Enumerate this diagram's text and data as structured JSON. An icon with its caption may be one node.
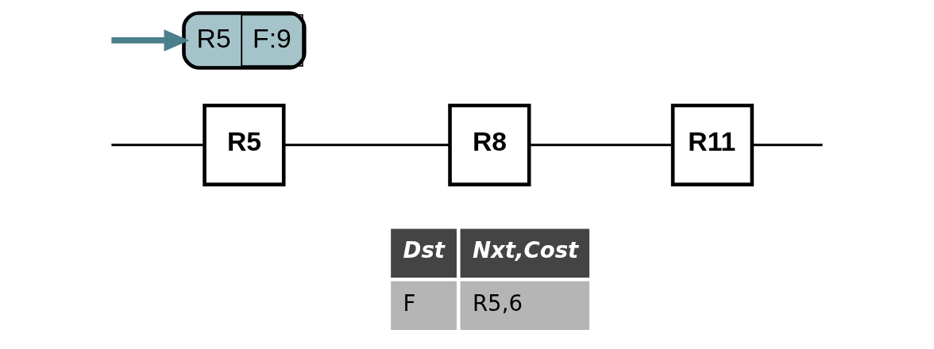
{
  "diagram": {
    "nodes": [
      {
        "text": [
          "R5",
          "F:9"
        ]
      },
      {
        "text": [
          "R5"
        ]
      },
      {
        "text": [
          "R8"
        ]
      },
      {
        "text": [
          "R11"
        ]
      }
    ],
    "edges": [
      {
        "from": null,
        "to": 0,
        "arrow": "to",
        "style": "thick",
        "color": "#4a7f8c"
      },
      {
        "from": null,
        "to": 1,
        "arrow": "none"
      },
      {
        "from": 1,
        "to": 2,
        "arrow": "none"
      },
      {
        "from": 2,
        "to": 3,
        "arrow": "none"
      },
      {
        "from": 3,
        "to": null,
        "arrow": "none"
      }
    ],
    "labels": [
      "Dst",
      "Nxt,Cost",
      "F",
      "R5,6"
    ]
  }
}
